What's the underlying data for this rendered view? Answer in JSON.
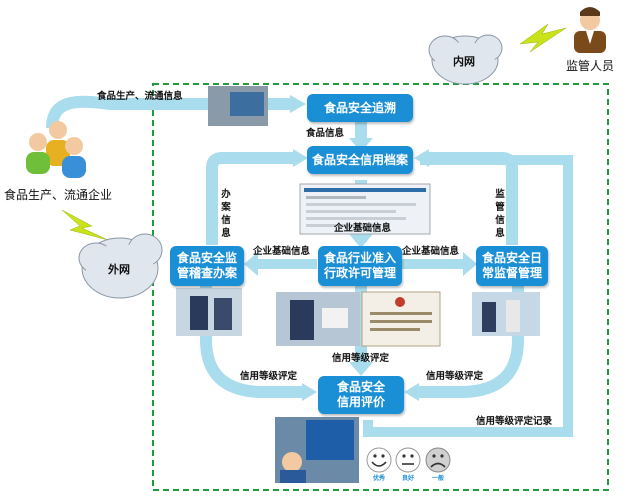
{
  "nodes": {
    "trace": "食品安全追溯",
    "archive": "食品安全信用档案",
    "inspect_l1": "食品安全监",
    "inspect_l2": "管稽查办案",
    "license_l1": "食品行业准入",
    "license_l2": "行政许可管理",
    "daily_l1": "食品安全日",
    "daily_l2": "常监督管理",
    "eval_l1": "食品安全",
    "eval_l2": "信用评价"
  },
  "labels": {
    "prod_info": "食品生产、流通信息",
    "food_info": "食品信息",
    "case_info": "办案信息",
    "supervise_info": "监管信息",
    "enterprise_top": "企业基础信息",
    "enterprise_left": "企业基础信息",
    "enterprise_right": "企业基础信息",
    "credit_mid": "信用等级评定",
    "credit_left": "信用等级评定",
    "credit_right": "信用等级评定",
    "credit_record": "信用等级评定记录"
  },
  "actors": {
    "enterprise": "食品生产、流通企业",
    "regulator": "监管人员"
  },
  "clouds": {
    "intranet": "内网",
    "extranet": "外网"
  },
  "ratings": {
    "good": "优秀",
    "ok": "良好",
    "bad": "一般"
  },
  "colors": {
    "box": "#1b8fd6",
    "flow": "#a9dcec",
    "dashed_border": "#1e9b3a",
    "lightning": "#c9e21a"
  },
  "icons": [
    "person-group-icon",
    "person-icon",
    "lightning-icon",
    "cloud-icon",
    "smiley-face-icon",
    "neutral-face-icon",
    "sad-face-icon"
  ]
}
